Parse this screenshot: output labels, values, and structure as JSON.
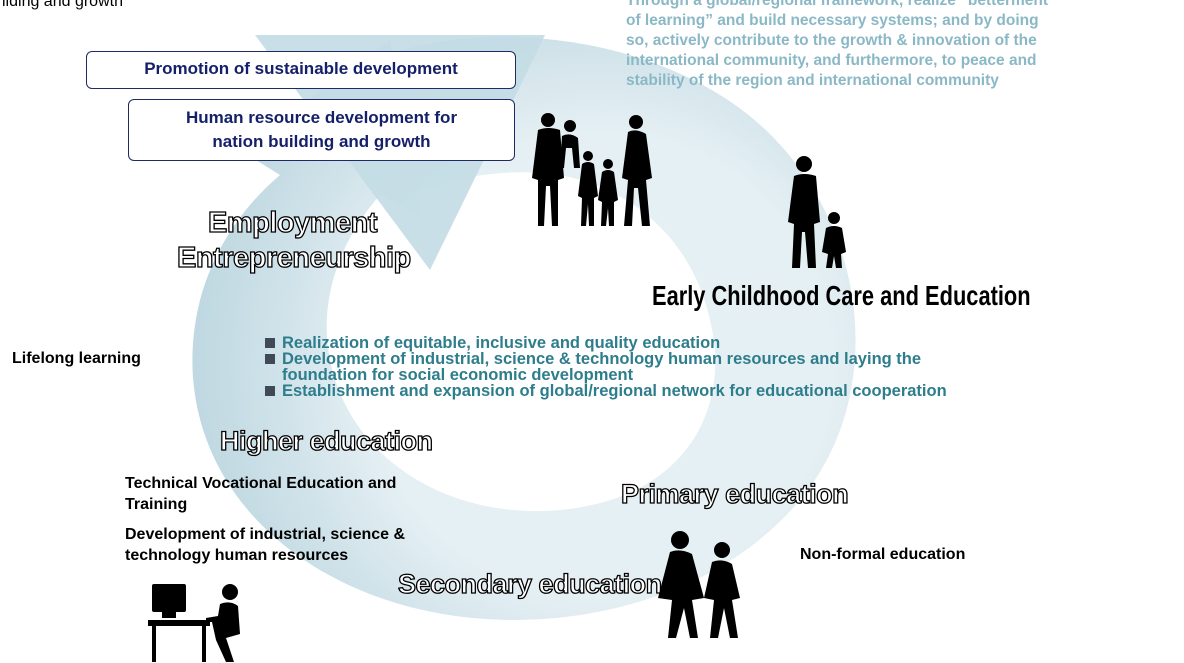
{
  "top_left_fragment": [
    "ilding and growth"
  ],
  "top_right_text": [
    "Through a global/regional framework, realize “betterment",
    "of learning” and build necessary systems; and by doing",
    "so, actively contribute to the growth & innovation of the",
    "international community, and furthermore, to peace and",
    "stability of the region and international community"
  ],
  "boxes": {
    "sustainable": "Promotion of sustainable development",
    "human_resource": [
      "Human resource development for",
      "nation building and growth"
    ]
  },
  "stages": {
    "employment": "Employment",
    "entrepreneurship": "Entrepreneurship",
    "early_childhood": "Early Childhood Care and Education",
    "higher_education": "Higher education",
    "primary_education": "Primary education",
    "secondary_education": "Secondary education"
  },
  "labels": {
    "lifelong_learning": "Lifelong learning",
    "tvet": [
      "Technical Vocational Education and",
      "Training"
    ],
    "industrial": [
      "Development of industrial, science &",
      "technology human resources"
    ],
    "non_formal": "Non-formal education"
  },
  "bullets": [
    [
      "Realization of equitable, inclusive and quality education"
    ],
    [
      "Development of industrial, science & technology human resources and laying the",
      "foundation for social economic development"
    ],
    [
      "Establishment and expansion of global/regional network for educational cooperation"
    ]
  ],
  "colors": {
    "arrow": "#cfe3ea",
    "box_border": "#1f2a63",
    "box_text": "#15206a",
    "bullet_text": "#2e7d8c",
    "top_right_text": "#8bb8c6"
  },
  "icons": [
    "family-silhouette-icon",
    "parent-child-silhouette-icon",
    "children-walking-silhouette-icon",
    "computer-user-silhouette-icon",
    "cycle-arrow-icon"
  ]
}
